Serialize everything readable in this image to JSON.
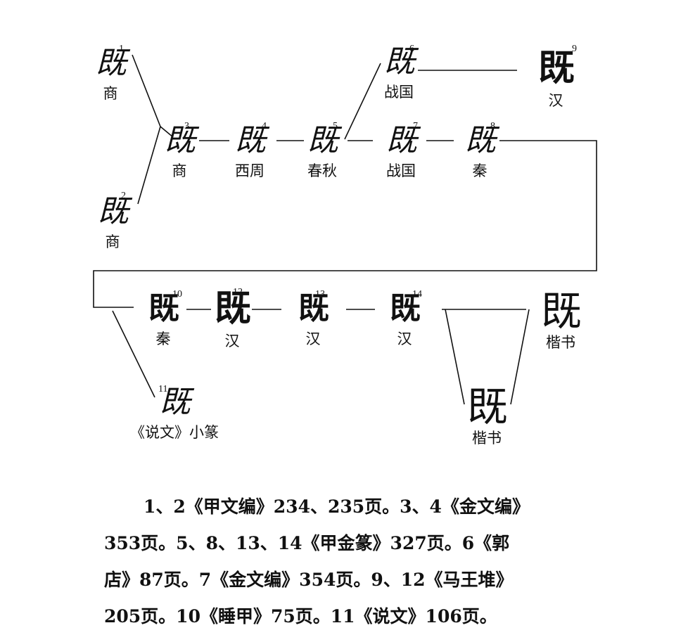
{
  "nodes": [
    {
      "num": "1",
      "glyph": "既",
      "era": "商"
    },
    {
      "num": "2",
      "glyph": "既",
      "era": "商"
    },
    {
      "num": "3",
      "glyph": "既",
      "era": "商"
    },
    {
      "num": "4",
      "glyph": "既",
      "era": "西周"
    },
    {
      "num": "5",
      "glyph": "既",
      "era": "春秋"
    },
    {
      "num": "6",
      "glyph": "既",
      "era": "战国"
    },
    {
      "num": "7",
      "glyph": "既",
      "era": "战国"
    },
    {
      "num": "8",
      "glyph": "既",
      "era": "秦"
    },
    {
      "num": "9",
      "glyph": "既",
      "era": "汉"
    },
    {
      "num": "10",
      "glyph": "既",
      "era": "秦"
    },
    {
      "num": "11",
      "glyph": "既",
      "era": "《说文》小篆"
    },
    {
      "num": "12",
      "glyph": "既",
      "era": "汉"
    },
    {
      "num": "13",
      "glyph": "既",
      "era": "汉"
    },
    {
      "num": "14",
      "glyph": "既",
      "era": "汉"
    },
    {
      "num": "",
      "glyph": "既",
      "era": "楷书"
    },
    {
      "num": "",
      "glyph": "既",
      "era": "楷书"
    }
  ],
  "caption": {
    "line1": "1、2《甲文编》234、235页。3、4《金文编》",
    "line2": "353页。5、8、13、14《甲金篆》327页。6《郭",
    "line3": "店》87页。7《金文编》354页。9、12《马王堆》",
    "line4": "205页。10《睡甲》75页。11《说文》106页。"
  }
}
